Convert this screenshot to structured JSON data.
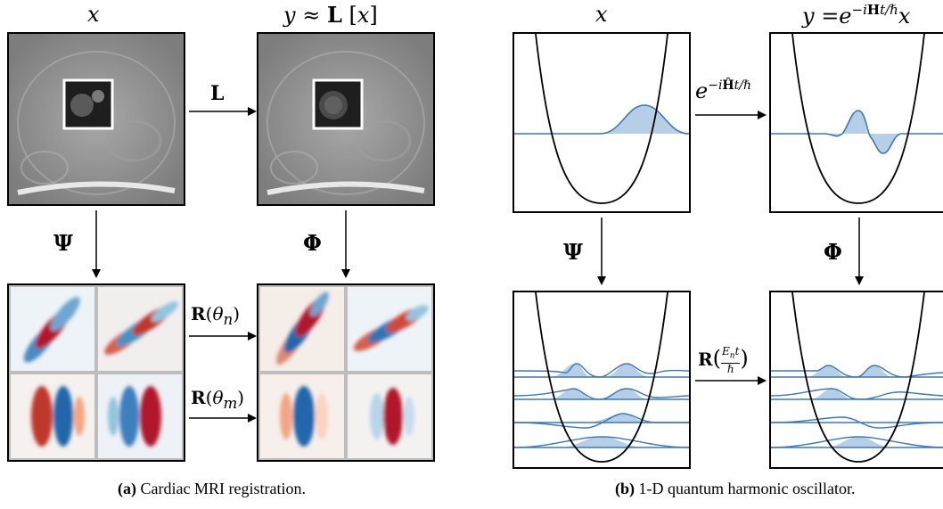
{
  "left_figure": {
    "input_label": "x",
    "output_label": "y ≈ L [x]",
    "operator_label": "L",
    "encoder_left": "Ψ",
    "encoder_right": "Φ",
    "rot_top": "R(θn)",
    "rot_bottom": "R(θm)",
    "caption_tag": "(a)",
    "caption_text": "Cardiac MRI registration."
  },
  "right_figure": {
    "input_label": "x",
    "output_label": "y =e−iHt/ℏx",
    "operator_label": "e−iĤt/ℏ",
    "encoder_left": "Ψ",
    "encoder_right": "Φ",
    "rot_label": "R(Ent/ℏ)",
    "caption_tag": "(b)",
    "caption_text": "1-D quantum harmonic oscillator."
  },
  "colors": {
    "wave_line": "#3a78b6",
    "wave_fill": "#b7cfe6",
    "red": "#b2182b",
    "blue": "#2166ac"
  }
}
